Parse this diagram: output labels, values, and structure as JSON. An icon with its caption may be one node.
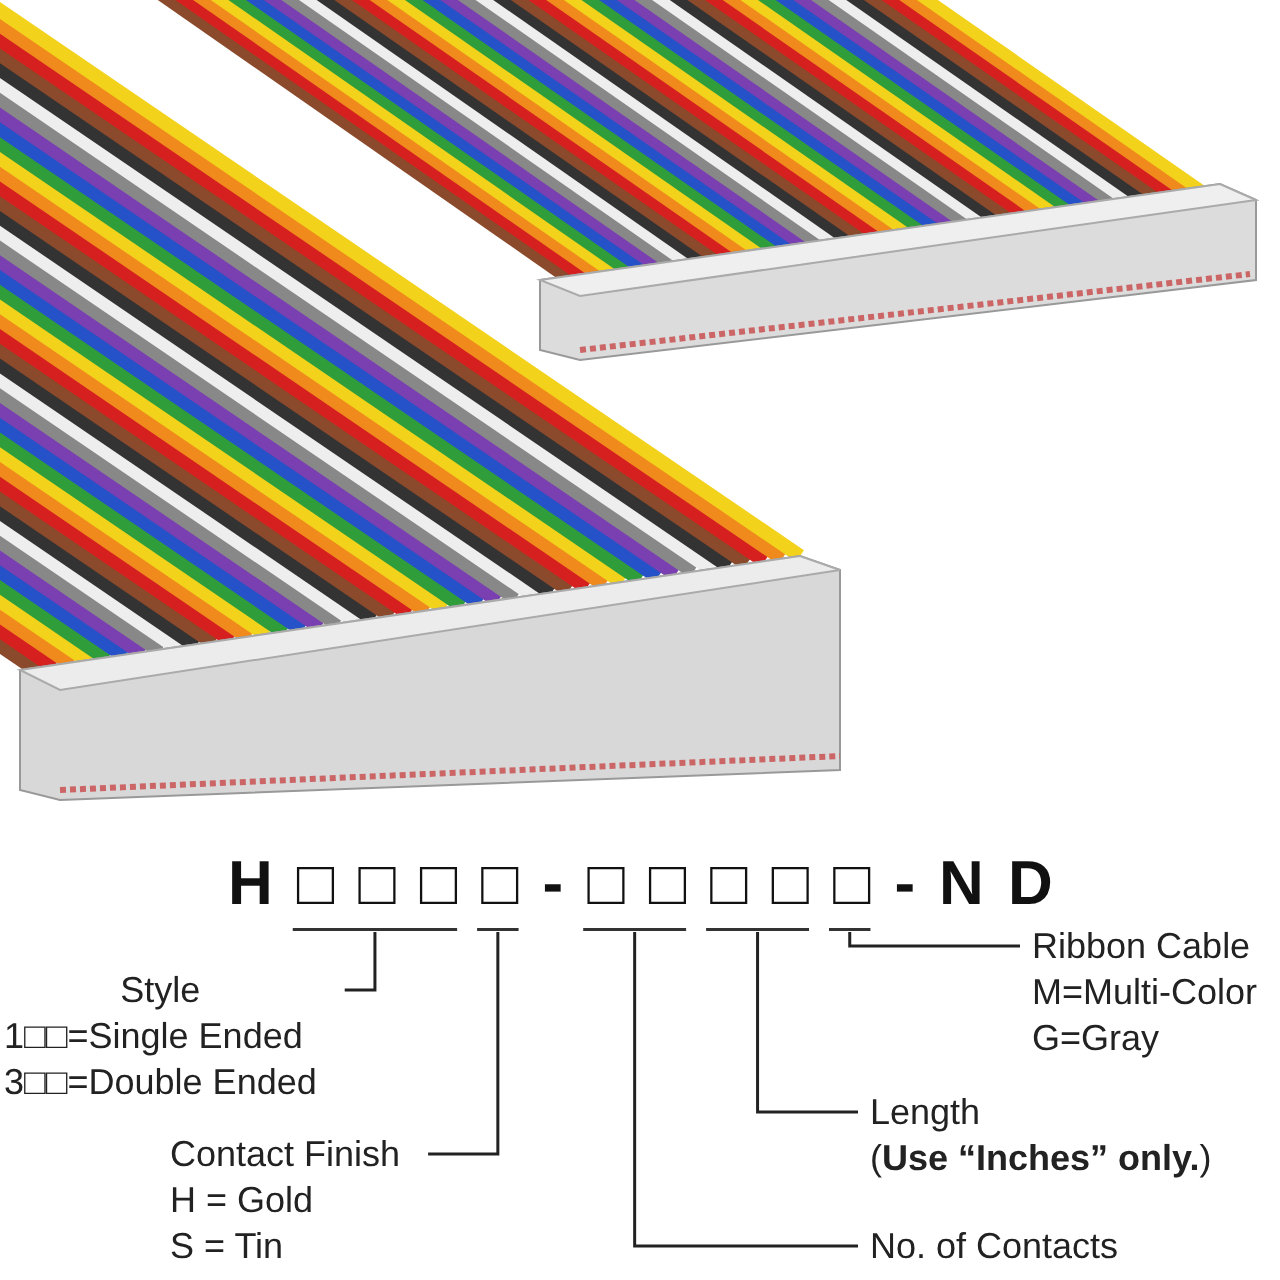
{
  "diagram": {
    "nodes": [
      {
        "text": [],
        "shape": "bar"
      },
      {
        "text": [],
        "shape": "bar"
      },
      {
        "text": [],
        "shape": "bar"
      },
      {
        "text": [],
        "shape": "bar"
      },
      {
        "text": [],
        "shape": "bar"
      },
      {
        "text": [
          "Style",
          "1□□=Single Ended",
          "3□□=Double Ended"
        ]
      },
      {
        "text": [
          "Ribbon Cable",
          "M=Multi-Color",
          "G=Gray"
        ]
      },
      {
        "text": [
          "Length",
          "(**Use “Inches” only.**)"
        ]
      },
      {
        "text": [
          "Contact Finish",
          "H = Gold",
          "S = Tin"
        ]
      },
      {
        "text": [
          "No. of Contacts"
        ]
      }
    ],
    "edges": [
      {
        "from": 0,
        "to": 5,
        "arrow": "none"
      },
      {
        "from": 1,
        "to": 8,
        "arrow": "none"
      },
      {
        "from": 2,
        "to": 9,
        "arrow": "none"
      },
      {
        "from": 3,
        "to": 7,
        "arrow": "none"
      },
      {
        "from": 4,
        "to": 6,
        "arrow": "none"
      }
    ],
    "labels": [
      "H□□□□-□□□□□-ND"
    ]
  }
}
